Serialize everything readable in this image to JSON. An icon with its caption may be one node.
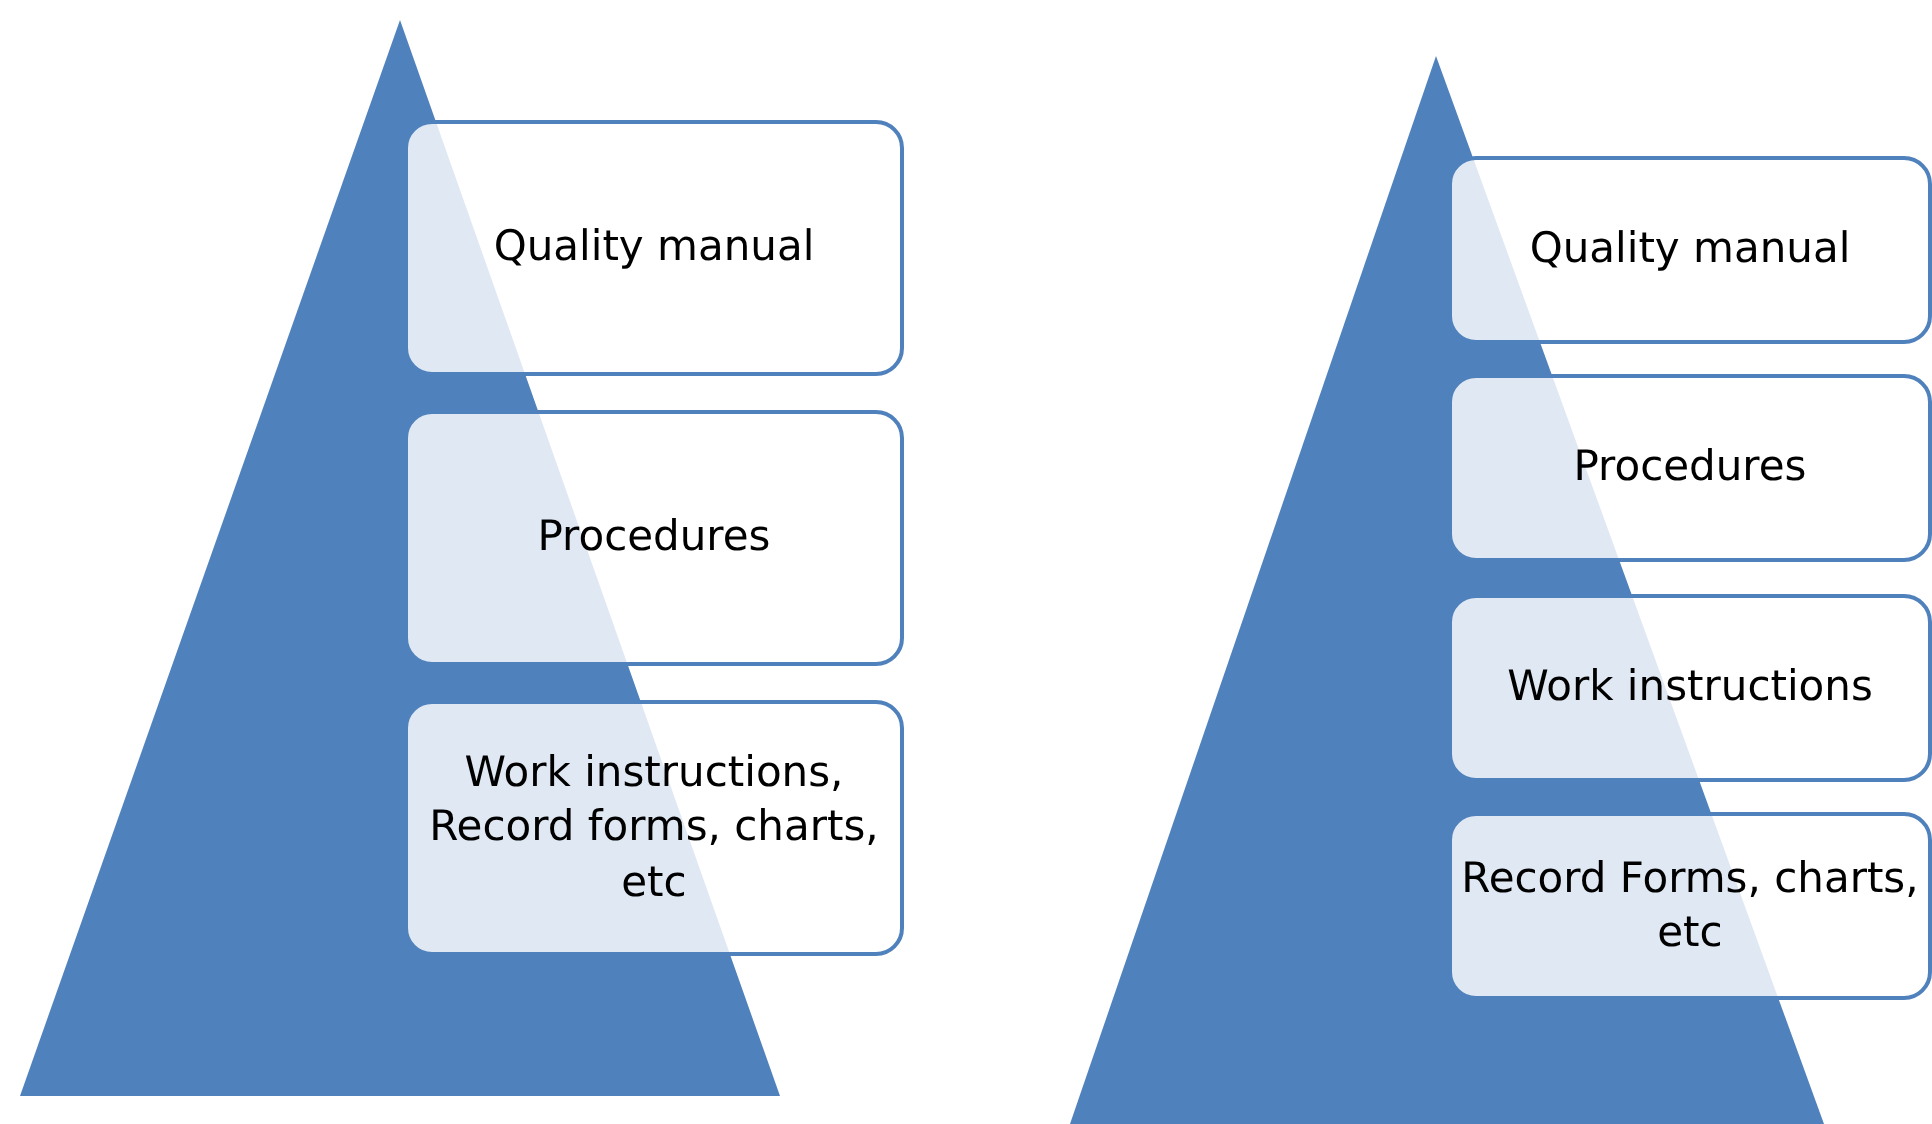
{
  "diagram": {
    "nodes": [
      {
        "text": [],
        "shape": "triangle"
      },
      {
        "text": [
          "Quality manual"
        ]
      },
      {
        "text": [
          "Procedures"
        ]
      },
      {
        "text": [
          "Work instructions, Record forms, charts, etc"
        ]
      },
      {
        "text": [],
        "shape": "triangle"
      },
      {
        "text": [
          "Quality manual"
        ]
      },
      {
        "text": [
          "Procedures"
        ]
      },
      {
        "text": [
          "Work instructions"
        ]
      },
      {
        "text": [
          "Record Forms, charts, etc"
        ]
      }
    ]
  }
}
